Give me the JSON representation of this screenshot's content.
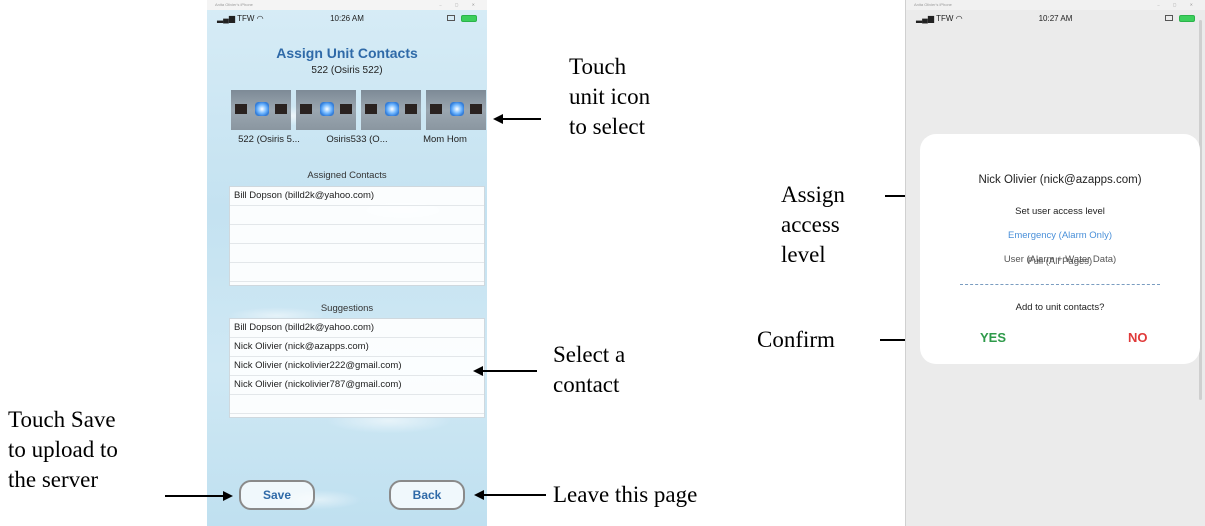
{
  "left_screen": {
    "window_title": "Anita Olivier's iPhone",
    "status": {
      "carrier": "TFW",
      "time": "10:26 AM"
    },
    "title": "Assign Unit Contacts",
    "selected_unit": "522 (Osiris 522)",
    "unit_labels": [
      "522 (Osiris 5...",
      "Osiris533 (O...",
      "Mom Hom"
    ],
    "assigned_label": "Assigned Contacts",
    "assigned_rows": [
      "Bill Dopson (billd2k@yahoo.com)",
      "",
      "",
      "",
      ""
    ],
    "suggestions_label": "Suggestions",
    "suggestion_rows": [
      "Bill Dopson (billd2k@yahoo.com)",
      "Nick Olivier (nick@azapps.com)",
      "Nick Olivier (nickolivier222@gmail.com)",
      "Nick Olivier (nickolivier787@gmail.com)",
      ""
    ],
    "save_label": "Save",
    "back_label": "Back"
  },
  "right_screen": {
    "window_title": "Anita Olivier's iPhone",
    "status": {
      "carrier": "TFW",
      "time": "10:27 AM"
    },
    "dialog_title": "Nick Olivier (nick@azapps.com)",
    "access_prompt": "Set user access level",
    "access_options": [
      "Emergency (Alarm Only)",
      "User (Alarm + Water Data)",
      "Full (All Pages)"
    ],
    "confirm_prompt": "Add to unit contacts?",
    "yes_label": "YES",
    "no_label": "NO"
  },
  "annotations": {
    "touch_unit": [
      "Touch",
      "unit icon",
      "to select"
    ],
    "select_contact": [
      "Select a",
      "contact"
    ],
    "touch_save": [
      "Touch Save",
      "to upload to",
      "the server"
    ],
    "leave_page": "Leave this page",
    "assign_level": [
      "Assign",
      "access",
      "level"
    ],
    "confirm": "Confirm"
  },
  "colors": {
    "title_blue": "#2f6aa8",
    "selected_option_blue": "#4a90d9",
    "yes_green": "#2e9a4a",
    "no_red": "#e03a3a",
    "battery_green": "#3ccf5c"
  }
}
